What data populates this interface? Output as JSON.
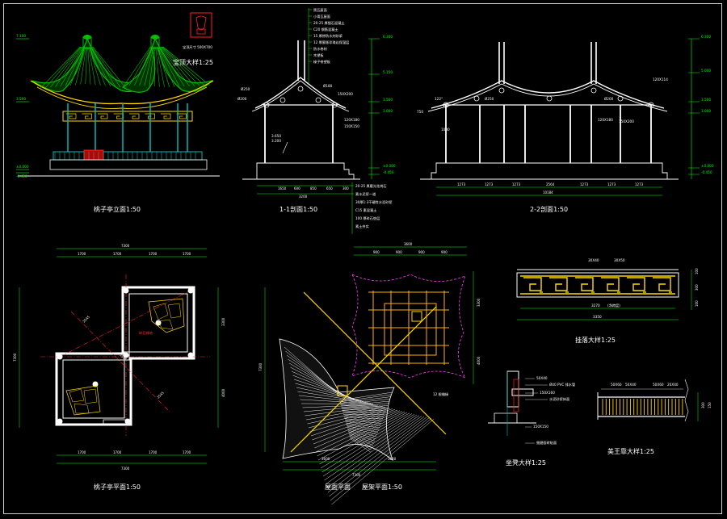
{
  "sheet": {
    "background": "#000000",
    "colors": {
      "roof": "#00c000",
      "lattice": "#ffd800",
      "timber": "#ffffff",
      "column": "#00b8b8",
      "dimension": "#00ff00",
      "axis": "#ff2020",
      "hip": "#ffb000",
      "eave_curve": "#ff40ff"
    },
    "views": {
      "front_elevation": {
        "caption": "桃子亭立面1:50",
        "levels": [
          "7.100",
          "3.500",
          "±0.000",
          "-0.450"
        ],
        "ridge_finial_caption": "宝顶大样1:25",
        "finial_note": "宝顶尺寸 500X700"
      },
      "section_1_1": {
        "caption": "1-1剖面1:50",
        "top_notes": [
          "筒瓦屋面",
          "小青瓦屋面",
          "20-25 厚细石混凝土",
          "C20 钢筋混凝土",
          "15 厚掺防水剂砂浆",
          "12 厚膨胀珍珠岩保温层",
          "防水卷材",
          "木望板",
          "椽子带望板"
        ],
        "bottom_notes": [
          "20-25 厚磨光花岗石",
          "素水泥浆一道",
          "30厚1:3干硬性水泥砂浆",
          "C15 素混凝土",
          "100 厚碎石垫层",
          "素土夯实"
        ],
        "levels": [
          "6.300",
          "5.150",
          "3.500",
          "3.000",
          "±0.000",
          "-0.450"
        ],
        "dims": [
          "3200",
          "1650",
          "600",
          "850",
          "650",
          "300"
        ],
        "tags": [
          "3.650",
          "3.200"
        ],
        "member_labels": [
          "Ø250",
          "Ø200",
          "Ø180",
          "150X200",
          "120X180",
          "150X150"
        ]
      },
      "section_2_2": {
        "caption": "2-2剖面1:50",
        "levels": [
          "6.300",
          "5.000",
          "3.500",
          "3.000",
          "±0.000",
          "-0.450"
        ],
        "dims": [
          "1273",
          "1273",
          "1273",
          "2564",
          "1273",
          "1273",
          "1273"
        ],
        "total": "10184",
        "angle": "122°",
        "tags": [
          "1000",
          "750"
        ],
        "member_labels": [
          "Ø250",
          "Ø200",
          "120X180",
          "150X200",
          "120X114"
        ]
      },
      "plan": {
        "caption": "桃子亭平面1:50",
        "dims_top": [
          "7300",
          "1700",
          "1700",
          "1700",
          "1700"
        ],
        "diagonals": [
          "2545",
          "2545",
          "2545"
        ],
        "dims_bottom": [
          "1700",
          "1700",
          "1700",
          "1700"
        ],
        "total_bottom": "7300",
        "dims_side": [
          "7300",
          "3300",
          "4000"
        ],
        "note": "碎石铺地"
      },
      "roof_plan": {
        "caption_left": "屋面平面",
        "caption_right": "屋架平面1:50",
        "dims_top": [
          "3600",
          "900",
          "900",
          "900",
          "900"
        ],
        "dims_bottom": [
          "3600",
          "3600"
        ],
        "total_bottom": "7300",
        "dims_side": [
          "7300",
          "3300",
          "4000"
        ],
        "note": "12 根檐椽"
      },
      "lattice_detail": {
        "caption": "挂落大样1:25",
        "width": "3350",
        "inner": "3270",
        "inner_note": "(净跨度)",
        "top_labels": [
          "30X40",
          "30X50"
        ],
        "side": [
          "100",
          "300",
          "100"
        ]
      },
      "railing_detail": {
        "caption": "美王靠大样1:25",
        "labels": [
          "50X60",
          "50X40",
          "50X60",
          "20X40"
        ],
        "side": [
          "300",
          "150"
        ]
      },
      "bench_detail": {
        "caption": "坐凳大样1:25",
        "labels": [
          "50X40",
          "Ø40 PVC 排水管",
          "150X160",
          "水泥砂浆抹面",
          "150X150",
          "细磨面砖贴面"
        ]
      }
    }
  }
}
